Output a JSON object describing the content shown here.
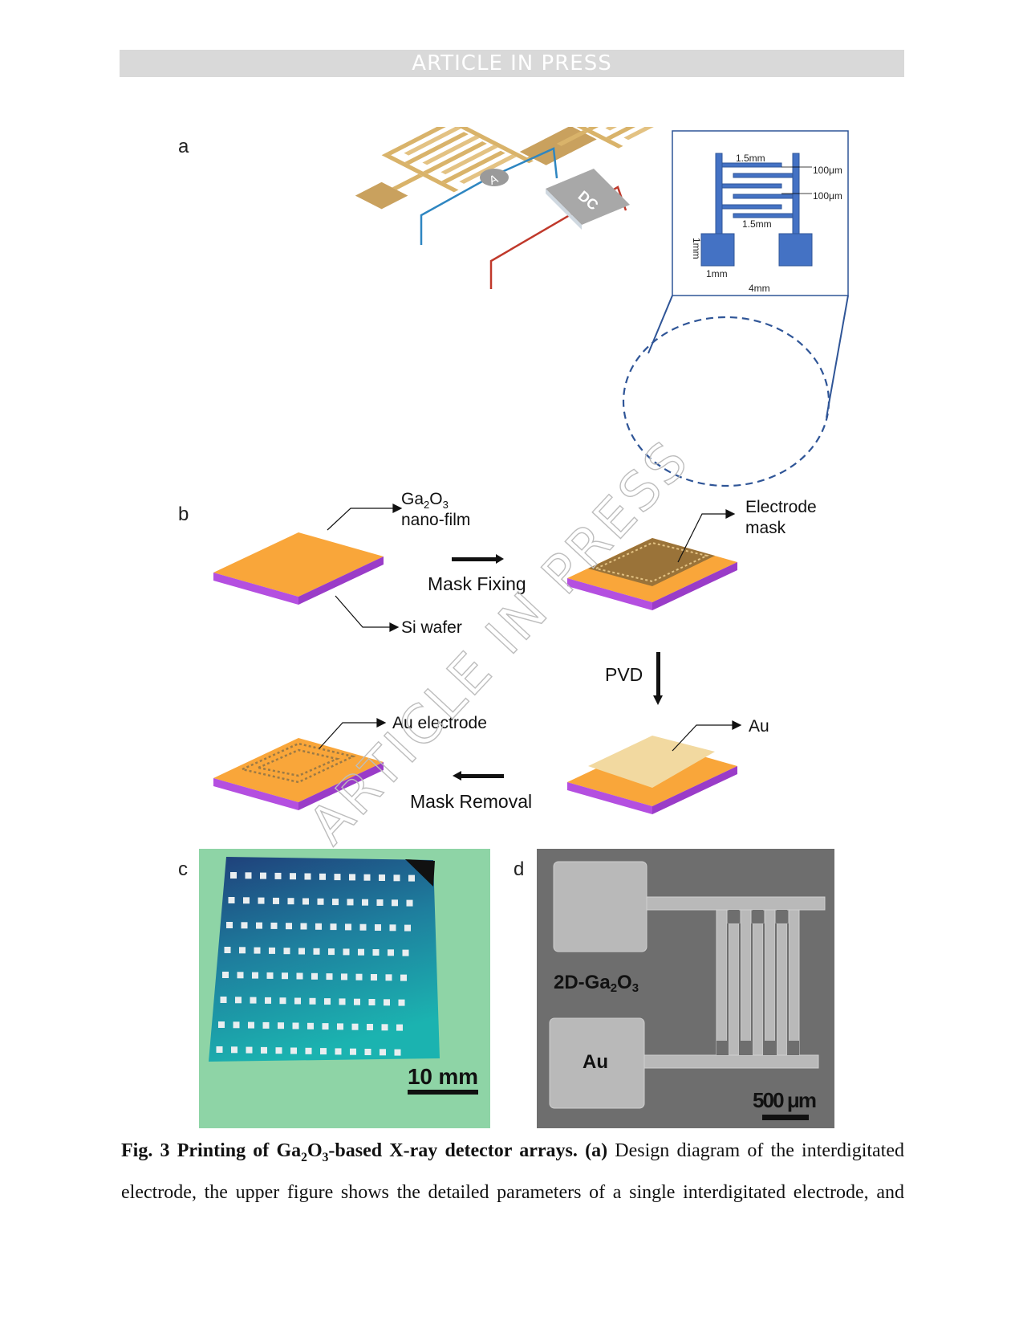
{
  "header": {
    "banner": "ARTICLE IN PRESS"
  },
  "watermark": "ARTICLE IN PRESS",
  "figure": {
    "panel_labels": {
      "a": "a",
      "b": "b",
      "c": "c",
      "d": "d"
    },
    "panel_a": {
      "ammeter": "A",
      "power_source": "DC",
      "inset": {
        "finger_length_top": "1.5mm",
        "finger_length_bottom": "1.5mm",
        "finger_width": "100μm",
        "finger_gap": "100μm",
        "pad_height": "1mm",
        "pad_width": "1mm",
        "total_width": "4mm"
      },
      "colors": {
        "gold": "#D9B36A",
        "inset_blue": "#4472C4"
      }
    },
    "panel_b": {
      "ga2o3_label_1": "Ga",
      "ga2o3_sub_1": "2",
      "ga2o3_label_2": "O",
      "ga2o3_sub_2": "3",
      "nano_film": "nano-film",
      "si_wafer": "Si wafer",
      "step_mask_fixing": "Mask Fixing",
      "electrode": "Electrode",
      "mask": "mask",
      "step_pvd": "PVD",
      "au": "Au",
      "au_electrode": "Au electrode",
      "step_mask_removal": "Mask Removal",
      "colors": {
        "film": "#F9A63A",
        "wafer": "#B44FE0"
      }
    },
    "panel_c": {
      "scale_bar": "10 mm"
    },
    "panel_d": {
      "material": "2D-Ga",
      "material_sub": "2",
      "material_o": "O",
      "material_sub2": "3",
      "au": "Au",
      "scale_bar": "500 μm"
    }
  },
  "caption": {
    "fig_label": "Fig. 3 Printing of Ga",
    "fig_sub1": "2",
    "fig_mid": "O",
    "fig_sub2": "3",
    "fig_title_end": "-based X-ray detector arrays.",
    "panel_ref": "(a)",
    "line1_rest": "Design diagram of the interdigitated",
    "line2": "electrode, the upper figure shows the detailed parameters of a single interdigitated electrode, and"
  }
}
